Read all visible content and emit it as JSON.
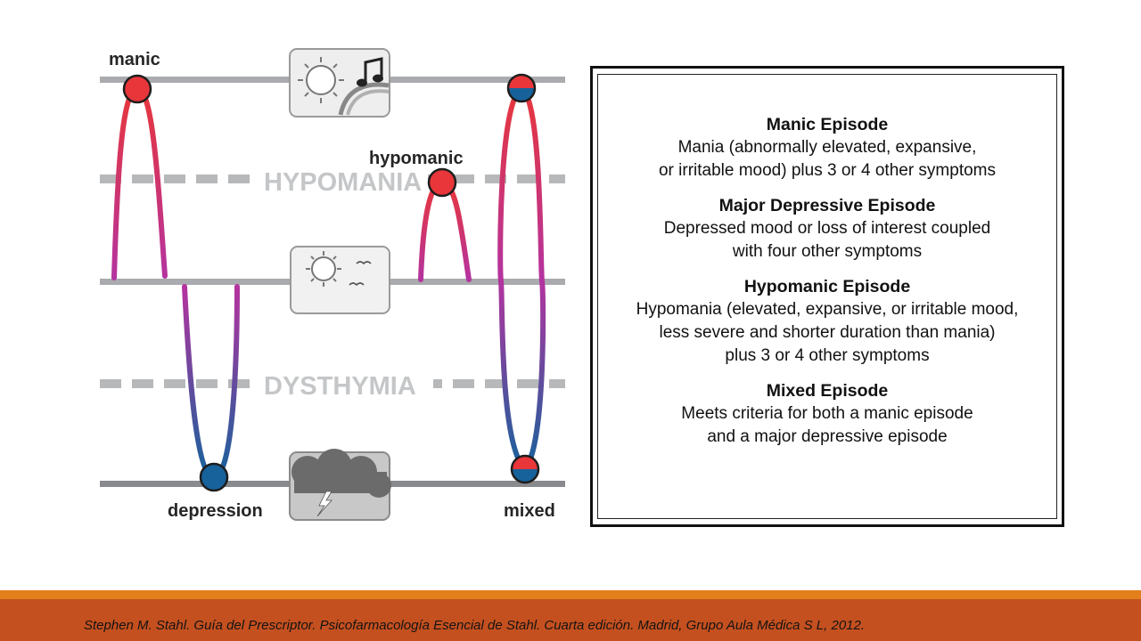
{
  "diagram": {
    "labels": {
      "manic": "manic",
      "hypomanic": "hypomanic",
      "depression": "depression",
      "mixed": "mixed"
    },
    "zones": {
      "hypomania": "HYPOMANIA",
      "dysthymia": "DYSTHYMIA"
    },
    "colors": {
      "mania_red": "#e8363a",
      "mid_magenta": "#b9339e",
      "depression_blue": "#17629b",
      "line_gray": "#a9abae",
      "zone_text_gray": "#c4c6c8"
    },
    "icons": [
      "sun-music-icon",
      "sun-birds-icon",
      "storm-cloud-icon"
    ]
  },
  "episodes": [
    {
      "title": "Manic Episode",
      "desc": "Mania (abnormally elevated, expansive,\nor irritable mood) plus 3 or 4 other symptoms"
    },
    {
      "title": "Major Depressive Episode",
      "desc": "Depressed mood or loss of interest coupled\nwith four other symptoms"
    },
    {
      "title": "Hypomanic Episode",
      "desc": "Hypomania (elevated, expansive, or irritable mood,\nless severe and shorter duration than mania)\nplus 3 or 4 other symptoms"
    },
    {
      "title": "Mixed Episode",
      "desc": "Meets criteria for both a manic episode\nand a major depressive episode"
    }
  ],
  "footer": {
    "citation": "Stephen M. Stahl. Guía del Prescriptor. Psicofarmacología Esencial de Stahl. Cuarta edición. Madrid, Grupo Aula Médica S L, 2012."
  }
}
